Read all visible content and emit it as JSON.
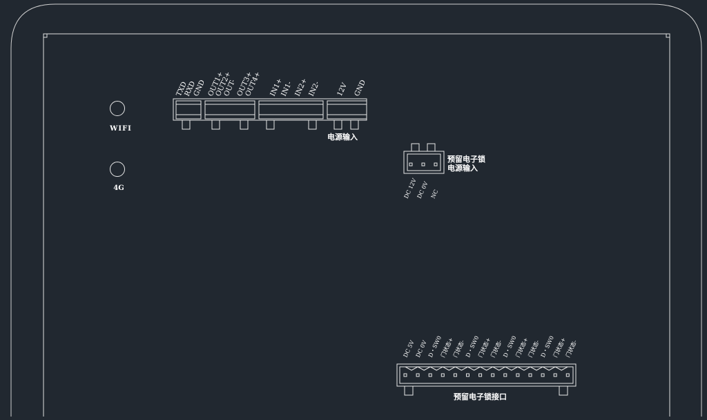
{
  "colors": {
    "background": "#212830",
    "line": "#e8e8e8",
    "text": "#ffffff"
  },
  "antennas": {
    "wifi_label": "WIFI",
    "g4_label": "4G"
  },
  "top_connector": {
    "pins": [
      "TXD",
      "RXD",
      "GND",
      "OUT1+",
      "OUT2+",
      "OUT-",
      "OUT3+",
      "OUT4+",
      "IN1+",
      "IN1-",
      "IN2+",
      "IN2-",
      "12V",
      "GND"
    ],
    "power_label": "电源输入"
  },
  "lock_power": {
    "title_line1": "预留电子锁",
    "title_line2": "电源输入",
    "pins": [
      "DC 12V",
      "DC 0V",
      "NC"
    ]
  },
  "lock_interface": {
    "pins": [
      "DC 5V",
      "DC 0V",
      "D・SW0",
      "门状态+",
      "门状态-",
      "D・SW0",
      "门状态+",
      "门状态-",
      "D・SW0",
      "门状态+",
      "门状态-",
      "D・SW0",
      "门状态+",
      "门状态-"
    ],
    "label": "预留电子锁接口"
  }
}
